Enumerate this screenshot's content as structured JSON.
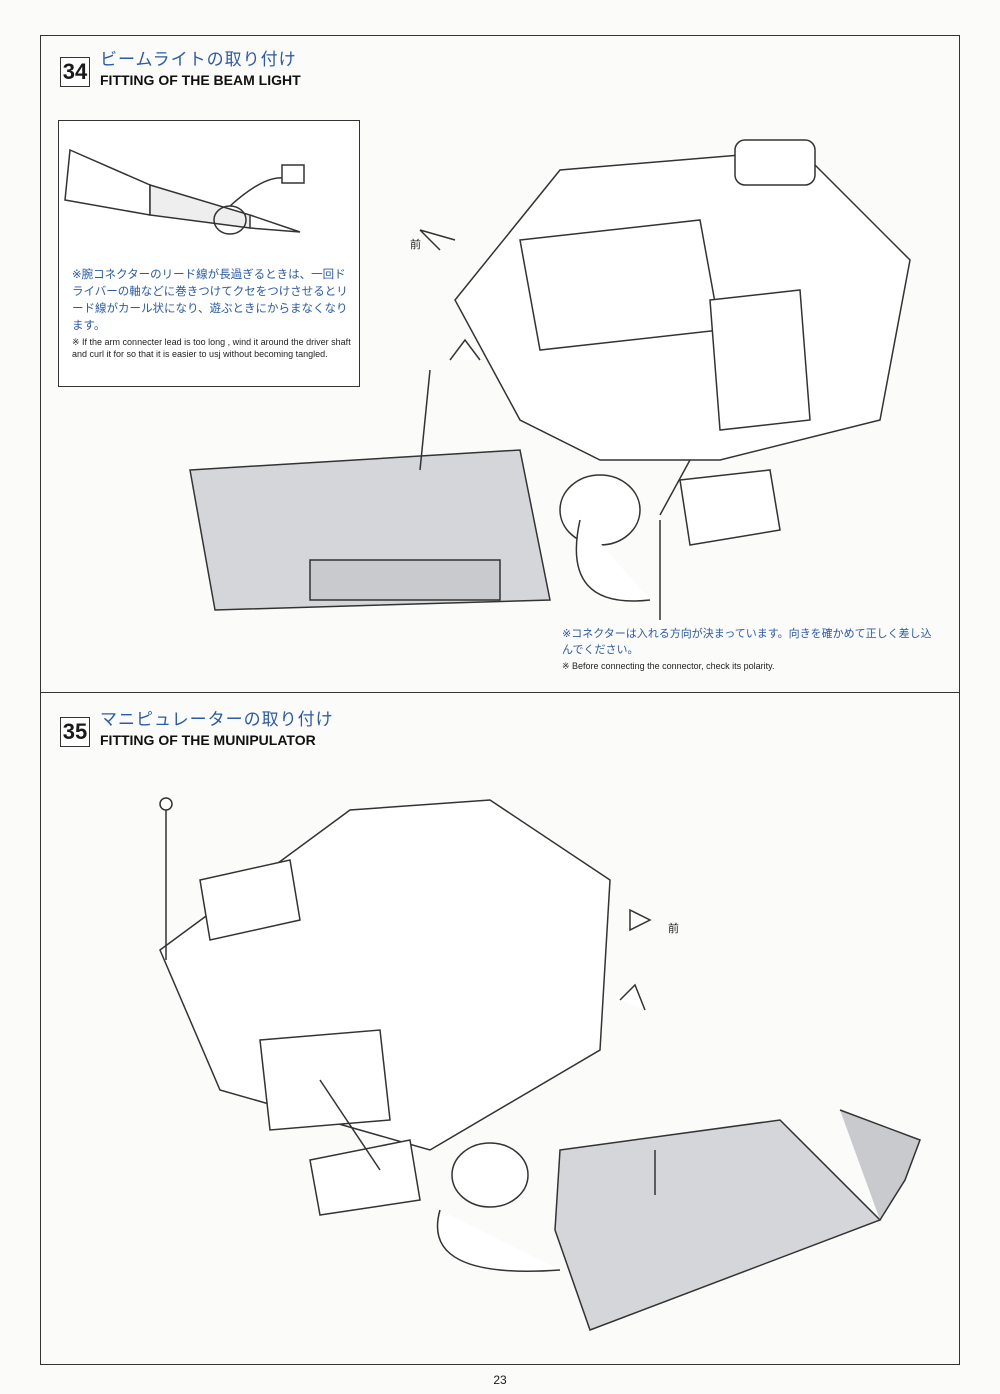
{
  "step34": {
    "number": "34",
    "title_jp": "ビームライトの取り付け",
    "title_en": "FITTING OF THE BEAM LIGHT",
    "note_jp": "※腕コネクターのリード線が長過ぎるときは、一回ドライバーの軸などに巻きつけてクセをつけさせるとリード線がカール状になり、遊ぶときにからまなくなります。",
    "note_en": "※ If the arm connecter lead is too long , wind it around the driver shaft and curl it for so that it is easier to usj without becoming tangled.",
    "front_label": "前",
    "connector_note_jp": "※コネクターは入れる方向が決まっています。向きを確かめて正しく差し込んでください。",
    "connector_note_en": "※ Before connecting the connector, check its polarity."
  },
  "step35": {
    "number": "35",
    "title_jp": "マニピュレーターの取り付け",
    "title_en": "FITTING OF THE MUNIPULATOR",
    "front_label": "前"
  },
  "page_number": "23"
}
